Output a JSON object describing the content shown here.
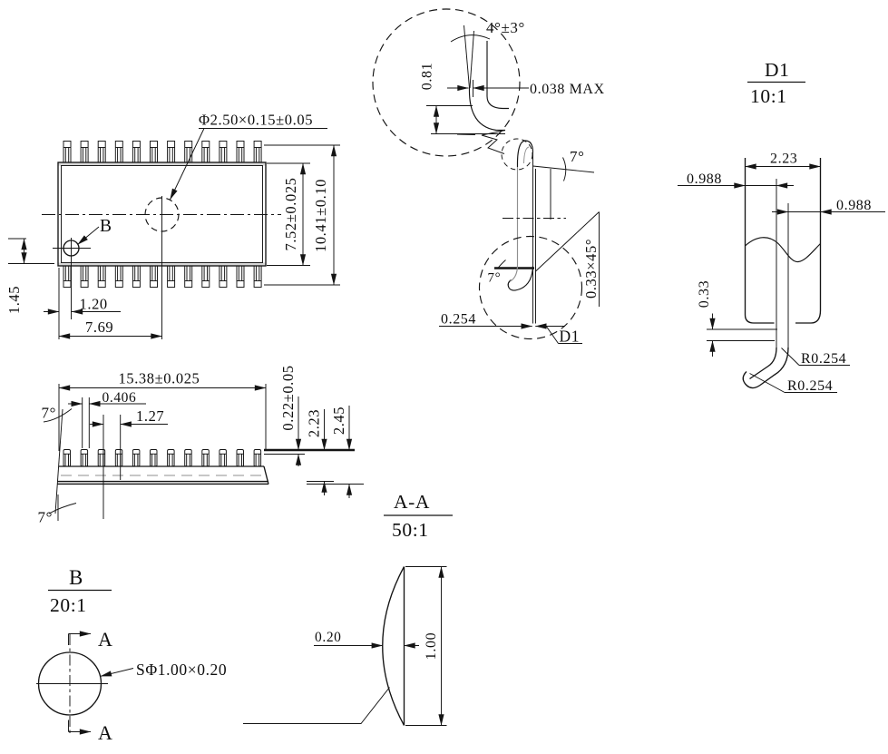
{
  "drawing": {
    "ink": "#141414",
    "top_view": {
      "hole_note": "Φ2.50×0.15±0.05",
      "label_b": "B",
      "dim_body_width": "7.52±0.025",
      "dim_total_width": "10.41±0.10",
      "dim_pin1_y": "1.45",
      "dim_pin1_x": "1.20",
      "dim_hole_x": "7.69"
    },
    "front_view": {
      "dim_length": "15.38±0.025",
      "dim_lead_width": "0.406",
      "dim_pitch": "1.27",
      "angle_top": "7°",
      "angle_bottom": "7°",
      "dim_standoff": "0.22±0.05",
      "dim_body_height": "2.23",
      "dim_total_height": "2.45"
    },
    "lead_detail": {
      "angle_tip": "4°±3°",
      "dim_tip_len": "0.81",
      "dim_flash": "0.038 MAX",
      "angle_lead": "7°",
      "angle_foot": "7°",
      "dim_thickness": "0.254",
      "chamfer": "0.33×45°",
      "label": "D1"
    },
    "detail_d1": {
      "title": "D1",
      "scale": "10:1",
      "dim_width": "2.23",
      "dim_left": "0.988",
      "dim_right": "0.988",
      "dim_height": "0.33",
      "radius_top": "R0.254",
      "radius_tip": "R0.254"
    },
    "detail_b": {
      "title": "B",
      "scale": "20:1",
      "section_top": "A",
      "section_bottom": "A",
      "note": "SΦ1.00×0.20"
    },
    "section_aa": {
      "title": "A-A",
      "scale": "50:1",
      "dim_depth": "0.20",
      "dim_height": "1.00"
    }
  }
}
